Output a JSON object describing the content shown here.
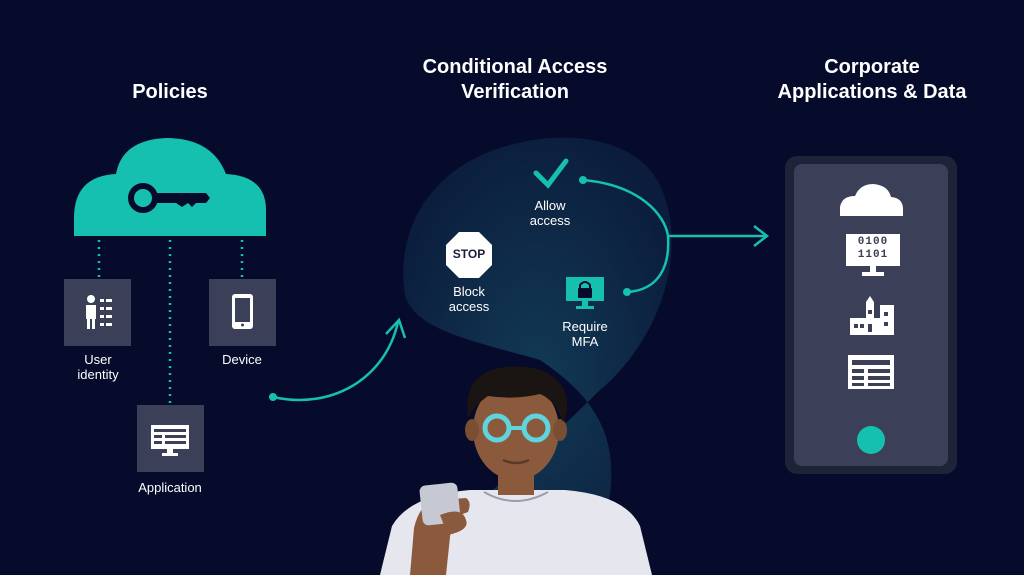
{
  "colors": {
    "background": "#060a2b",
    "accent": "#16c0b0",
    "tile": "#3b3f58",
    "phone_frame": "#1f2338",
    "phone_screen": "#3b3f58",
    "icon_white": "#ffffff"
  },
  "policies": {
    "heading": "Policies",
    "cloud_icon": "cloud-key-icon",
    "items": [
      {
        "id": "user-identity",
        "label": "User\nidentity",
        "icon": "user-identity-icon"
      },
      {
        "id": "device",
        "label": "Device",
        "icon": "mobile-device-icon"
      },
      {
        "id": "application",
        "label": "Application",
        "icon": "application-window-icon"
      }
    ]
  },
  "verification": {
    "heading": "Conditional Access\nVerification",
    "outcomes": [
      {
        "id": "allow",
        "label": "Allow\naccess",
        "icon": "checkmark-icon"
      },
      {
        "id": "block",
        "label": "Block\naccess",
        "icon": "stop-sign-icon",
        "sign_text": "STOP"
      },
      {
        "id": "mfa",
        "label": "Require\nMFA",
        "icon": "monitor-lock-icon"
      }
    ],
    "person_icon": "person-with-glasses-holding-phone"
  },
  "corporate": {
    "heading": "Corporate\nApplications & Data",
    "device_icon": "phone-device-icon",
    "binary_text": "0100\n1101",
    "icons": [
      "cloud-icon",
      "binary-monitor-icon",
      "buildings-icon",
      "document-table-icon"
    ],
    "home_button_icon": "home-button-icon"
  }
}
